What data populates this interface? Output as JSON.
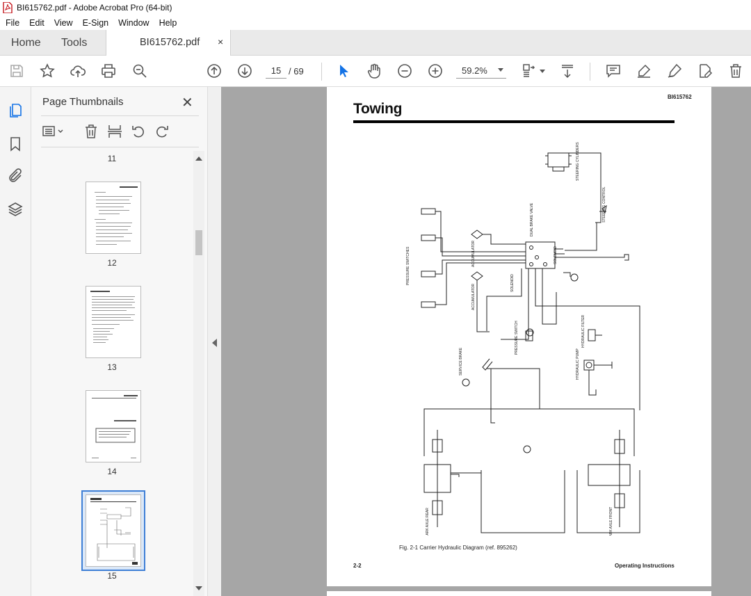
{
  "window": {
    "title": "BI615762.pdf - Adobe Acrobat Pro (64-bit)"
  },
  "menu": [
    "File",
    "Edit",
    "View",
    "E-Sign",
    "Window",
    "Help"
  ],
  "tabs": {
    "home": "Home",
    "tools": "Tools",
    "document": "BI615762.pdf",
    "close": "×"
  },
  "toolbar": {
    "current_page": "15",
    "page_total": "/ 69",
    "zoom": "59.2%"
  },
  "thumbnails": {
    "title": "Page Thumbnails",
    "close": "✕",
    "pages": [
      "11",
      "12",
      "13",
      "14",
      "15"
    ],
    "selected_page": "15"
  },
  "document": {
    "code": "BI615762",
    "heading": "Towing",
    "caption": "Fig. 2-1  Carrier Hydraulic Diagram (ref. 895262)",
    "page_number": "2-2",
    "footer": "Operating Instructions"
  },
  "icons": {
    "save": "save-icon",
    "bookmark": "star-icon",
    "upload": "cloud-upload-icon",
    "print": "printer-icon",
    "find": "magnifier-icon",
    "prev_page": "arrow-up-circle-icon",
    "next_page": "arrow-down-circle-icon",
    "select": "cursor-icon",
    "hand": "hand-icon",
    "zoom_out": "zoom-out-icon",
    "zoom_in": "zoom-in-icon",
    "fit": "fit-page-icon",
    "scroll": "scroll-mode-icon",
    "comment": "comment-icon",
    "highlight": "highlighter-icon",
    "sign": "sign-icon",
    "edit": "edit-pdf-icon",
    "delete": "trash-icon"
  },
  "colors": {
    "accent": "#1473e6",
    "selection_border": "#3e7fd6",
    "doc_background": "#a6a6a6"
  }
}
